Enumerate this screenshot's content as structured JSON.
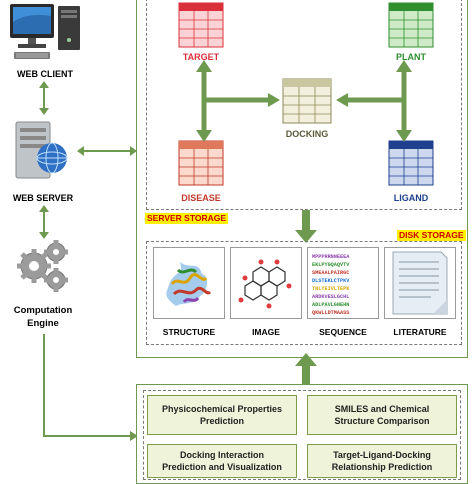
{
  "left_column": {
    "web_client": "WEB CLIENT",
    "web_server": "WEB SERVER",
    "computation_engine_line1": "Computation",
    "computation_engine_line2": "Engine"
  },
  "databases": {
    "target": "TARGET",
    "plant": "PLANT",
    "docking": "DOCKING",
    "disease": "DISEASE",
    "ligand": "LIGAND"
  },
  "storage": {
    "server_storage": "SERVER STORAGE",
    "disk_storage": "DISK STORAGE",
    "items": [
      "STRUCTURE",
      "IMAGE",
      "SEQUENCE",
      "LITERATURE"
    ]
  },
  "modules": [
    {
      "line1": "Physicochemical Properties",
      "line2": "Prediction"
    },
    {
      "line1": "SMILES and Chemical",
      "line2": "Structure Comparison"
    },
    {
      "line1": "Docking Interaction",
      "line2": "Prediction and Visualization"
    },
    {
      "line1": "Target-Ligand-Docking",
      "line2": "Relationship Prediction"
    }
  ],
  "colors": {
    "target": "#d9303a",
    "plant": "#2f8f2f",
    "docking": "#8a8a5a",
    "disease": "#c0392b",
    "ligand": "#1f3f8f",
    "arrow": "#6e9a4f"
  },
  "icons": [
    "computer-icon",
    "server-icon",
    "gears-icon",
    "table-icon",
    "protein-icon",
    "molecule-icon",
    "sequence-icon",
    "document-icon"
  ]
}
